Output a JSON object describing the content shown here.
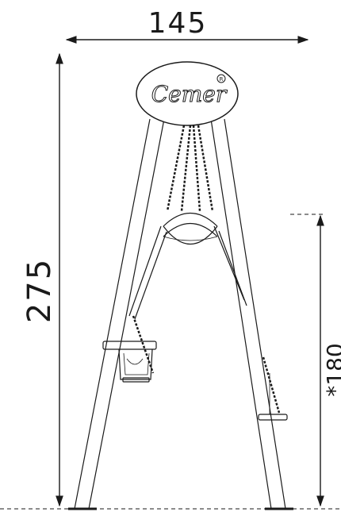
{
  "dimensions": {
    "width_label": "145",
    "height_label": "275",
    "seat_height_label": "*180"
  },
  "logo": {
    "brand": "Cemer",
    "registered_mark": "R"
  },
  "colors": {
    "ink": "#1a1a1a",
    "background": "#ffffff"
  }
}
